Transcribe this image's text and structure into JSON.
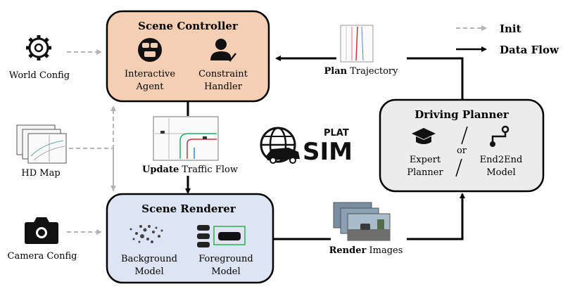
{
  "legend": {
    "init": "Init",
    "data_flow": "Data Flow"
  },
  "inputs": {
    "world_config": "World Config",
    "hd_map": "HD Map",
    "camera_config": "Camera Config"
  },
  "scene_controller": {
    "title": "Scene Controller",
    "interactive_agent": [
      "Interactive",
      "Agent"
    ],
    "constraint_handler": [
      "Constraint",
      "Handler"
    ]
  },
  "scene_renderer": {
    "title": "Scene Renderer",
    "background_model": [
      "Background",
      "Model"
    ],
    "foreground_model": [
      "Foreground",
      "Model"
    ]
  },
  "driving_planner": {
    "title": "Driving Planner",
    "expert_planner": [
      "Expert",
      "Planner"
    ],
    "or": "or",
    "end2end_model": [
      "End2End",
      "Model"
    ]
  },
  "flows": {
    "plan_bold": "Plan",
    "plan_rest": " Trajectory",
    "update_bold": "Update",
    "update_rest": " Traffic Flow",
    "render_bold": "Render",
    "render_rest": " Images"
  },
  "logo": {
    "text_top": "PLAT",
    "text_main": "SIM"
  },
  "colors": {
    "controller_fill": "#f4cfb4",
    "renderer_fill": "#dde4f3",
    "planner_fill": "#ececec",
    "init_arrow": "#b3b3b3",
    "data_arrow": "#000000"
  }
}
